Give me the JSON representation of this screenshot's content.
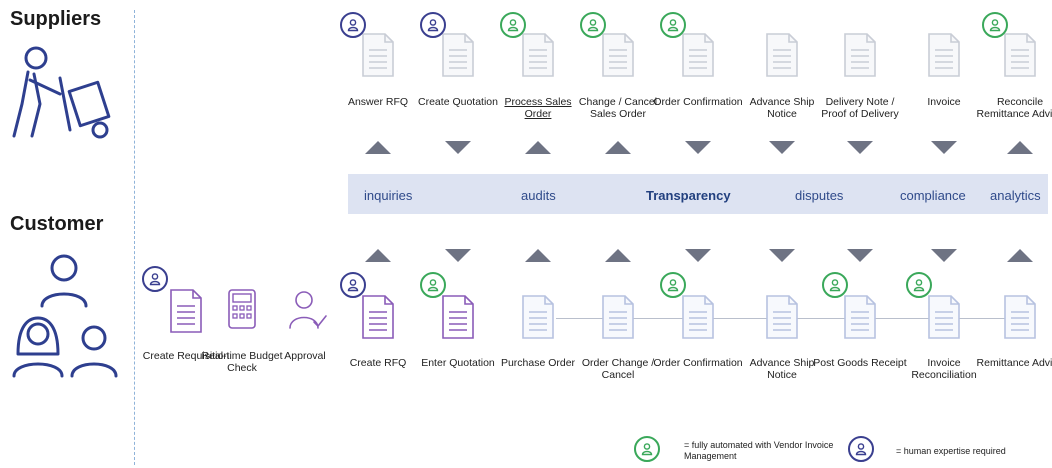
{
  "roles": {
    "suppliers": "Suppliers",
    "customer": "Customer"
  },
  "supplier_steps": [
    {
      "label": "Answer RFQ",
      "badge": "human",
      "arrow": "up"
    },
    {
      "label": "Create Quotation",
      "badge": "human",
      "arrow": "down"
    },
    {
      "label": "Process Sales Order",
      "badge": "auto",
      "arrow": "up",
      "underline": true
    },
    {
      "label": "Change / Cancel Sales Order",
      "badge": "auto",
      "arrow": "up"
    },
    {
      "label": "Order Confirmation",
      "badge": "auto",
      "arrow": "down"
    },
    {
      "label": "Advance Ship Notice",
      "badge": "",
      "arrow": "down"
    },
    {
      "label": "Delivery Note / Proof of Delivery",
      "badge": "",
      "arrow": "down"
    },
    {
      "label": "Invoice",
      "badge": "",
      "arrow": "down"
    },
    {
      "label": "Reconcile Remittance Advice",
      "badge": "auto",
      "arrow": "up"
    }
  ],
  "band": {
    "words": [
      "inquiries",
      "audits",
      "Transparency",
      "disputes",
      "compliance",
      "analytics"
    ]
  },
  "customer_pre_steps": [
    {
      "label": "Create Requisition",
      "kind": "doc-purple",
      "badge": "human"
    },
    {
      "label": "Real-time Budget Check",
      "kind": "calculator"
    },
    {
      "label": "Approval",
      "kind": "approval"
    }
  ],
  "customer_steps": [
    {
      "label": "Create RFQ",
      "badge": "human",
      "arrow": "up",
      "color": "purple"
    },
    {
      "label": "Enter Quotation",
      "badge": "auto",
      "arrow": "down",
      "color": "purple"
    },
    {
      "label": "Purchase Order",
      "badge": "",
      "arrow": "up"
    },
    {
      "label": "Order Change / Cancel",
      "badge": "",
      "arrow": "up"
    },
    {
      "label": "Order Confirmation",
      "badge": "auto",
      "arrow": "down"
    },
    {
      "label": "Advance Ship Notice",
      "badge": "",
      "arrow": "down"
    },
    {
      "label": "Post Goods Receipt",
      "badge": "auto",
      "arrow": "down"
    },
    {
      "label": "Invoice Reconciliation",
      "badge": "auto",
      "arrow": "down"
    },
    {
      "label": "Remittance Advice",
      "badge": "",
      "arrow": "up"
    }
  ],
  "legend": {
    "auto_text": "= fully automated with Vendor Invoice Management",
    "human_text": "= human expertise required"
  },
  "colors": {
    "auto_badge": "#3aa85a",
    "human_badge": "#3a3f8f",
    "doc_gray": "#c9cdd6",
    "doc_blue": "#b7c2e0",
    "doc_purple": "#8a5cb8",
    "arrow": "#6e7383",
    "band": "#dde3f2"
  }
}
